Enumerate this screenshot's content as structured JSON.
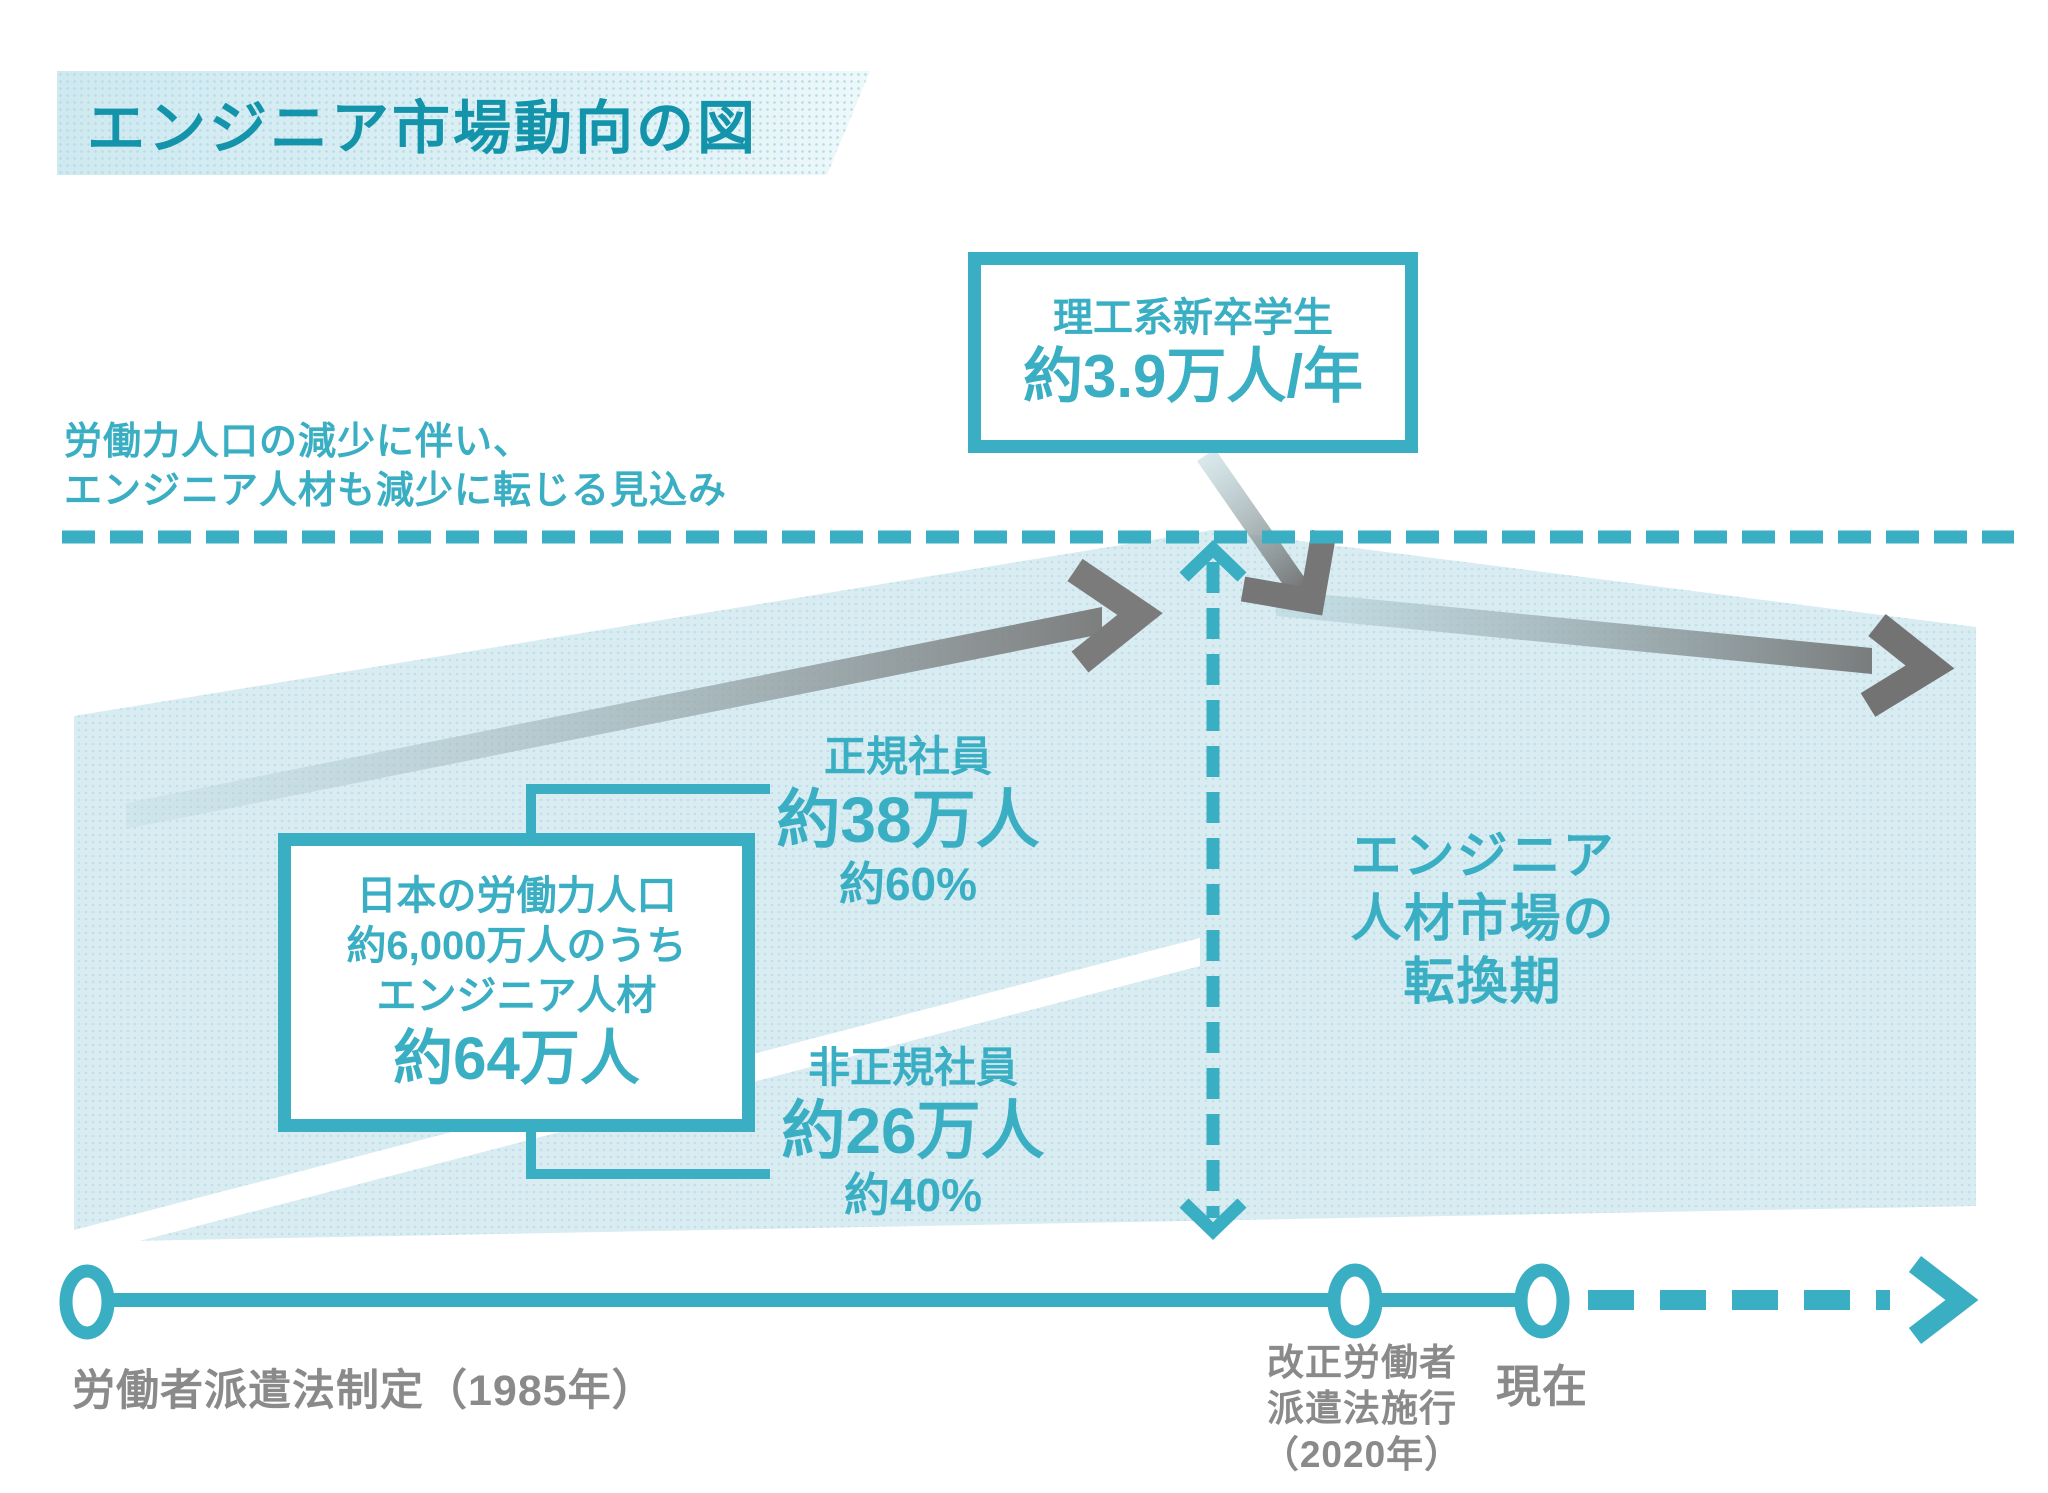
{
  "title": "エンジニア市場動向の図",
  "forecast_note": {
    "line1": "労働力人口の減少に伴い、",
    "line2": "エンジニア人材も減少に転じる見込み"
  },
  "graduates_box": {
    "label": "理工系新卒学生",
    "value": "約3.9万人/年"
  },
  "workforce_box": {
    "line1": "日本の労働力人口",
    "line2": "約6,000万人のうち",
    "line3": "エンジニア人材",
    "value": "約64万人"
  },
  "regular_employees": {
    "label": "正規社員",
    "value": "約38万人",
    "share": "約60%"
  },
  "non_regular_employees": {
    "label": "非正規社員",
    "value": "約26万人",
    "share": "約40%"
  },
  "turning_point": {
    "line1": "エンジニア",
    "line2": "人材市場の",
    "line3": "転換期"
  },
  "timeline": {
    "event_1985": "労働者派遣法制定（1985年）",
    "event_2020_line1": "改正労働者",
    "event_2020_line2": "派遣法施行",
    "event_2020_line3": "（2020年）",
    "now": "現在"
  },
  "colors": {
    "teal": "#3aaec3",
    "teal_dark": "#1494ab",
    "light_blue_fill": "#d8ecf2",
    "label_gray": "#8a8a8a",
    "arrow_gray": "#767676",
    "background": "#ffffff"
  }
}
